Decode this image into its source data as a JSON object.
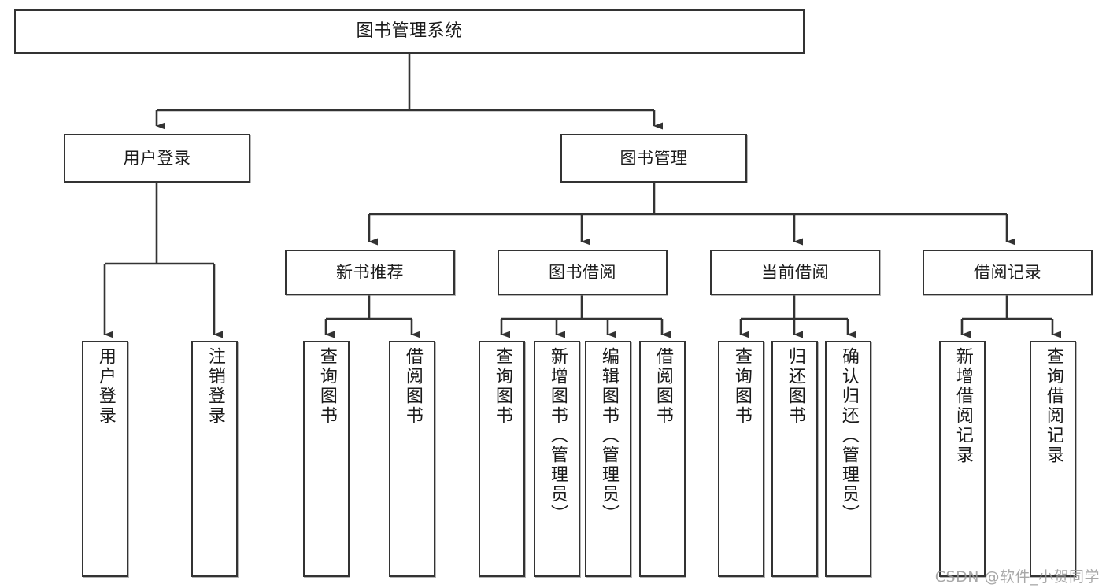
{
  "diagram": {
    "title": "图书管理系统",
    "type": "tree-hierarchy-diagram",
    "watermark": "CSDN @软件_小贺同学",
    "colors": {
      "box_border": "#333333",
      "box_fill": "#ffffff",
      "line": "#333333",
      "text": "#1a1a1a",
      "watermark": "#9a9a9a"
    },
    "levels": {
      "root": {
        "label": "图书管理系统"
      },
      "level2": [
        {
          "label": "用户登录"
        },
        {
          "label": "图书管理"
        }
      ],
      "level3": [
        {
          "label": "新书推荐"
        },
        {
          "label": "图书借阅"
        },
        {
          "label": "当前借阅"
        },
        {
          "label": "借阅记录"
        }
      ],
      "leaves": {
        "user_login": [
          {
            "label": "用户登录"
          },
          {
            "label": "注销登录"
          }
        ],
        "new_book_recommend": [
          {
            "label": "查询图书"
          },
          {
            "label": "借阅图书"
          }
        ],
        "book_borrow": [
          {
            "label": "查询图书"
          },
          {
            "label": "新增图书（管理员）"
          },
          {
            "label": "编辑图书（管理员）"
          },
          {
            "label": "借阅图书"
          }
        ],
        "current_borrow": [
          {
            "label": "查询图书"
          },
          {
            "label": "归还图书"
          },
          {
            "label": "确认归还（管理员）"
          }
        ],
        "borrow_record": [
          {
            "label": "新增借阅记录"
          },
          {
            "label": "查询借阅记录"
          }
        ]
      }
    }
  }
}
